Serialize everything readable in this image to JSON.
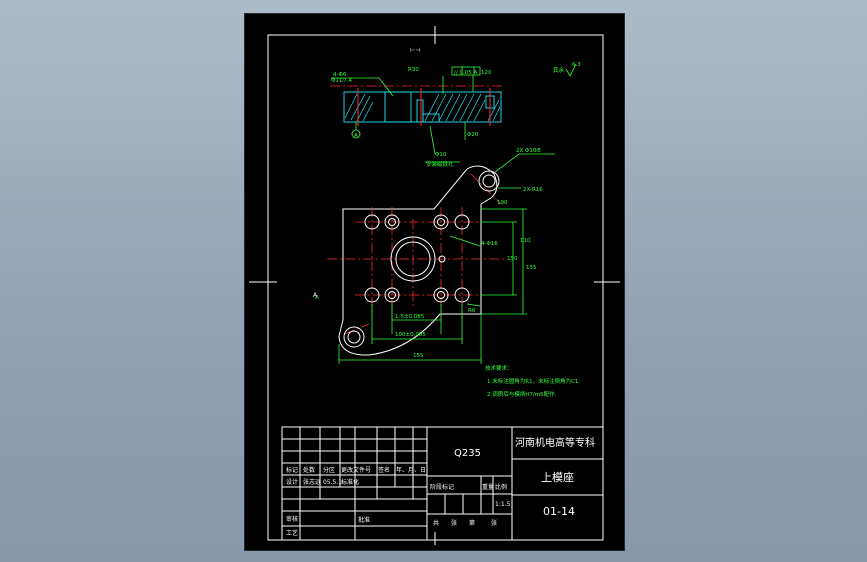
{
  "colors": {
    "background": "#93a2b4",
    "sheet": "#000000",
    "frame": "#ffffff",
    "centerline": "#ff2b2b",
    "dimension": "#31ff3a",
    "outline": "#23e6ff"
  },
  "drawing": {
    "section_view": {
      "dims": [
        "4-Φ6",
        "Φ11⁄7.4",
        "R30",
        "Φ10",
        "Φ20",
        "120"
      ],
      "surface_mark": "其余",
      "roughness": "6.3",
      "note": "安装磁铁孔",
      "tolerance_frame": "// 0.05 A",
      "datum": "A"
    },
    "plan_view": {
      "dims": [
        "2X Φ10⁄8",
        "2X-R16",
        "4-Φ16",
        "190",
        "150",
        "155",
        "110",
        "1:5±0.085",
        "100±0.085",
        "155",
        "R6"
      ],
      "section_marker": "A"
    },
    "tech_requirements": {
      "title": "技术要求：",
      "items": [
        "1.未标注圆角为R1，未标注倒角为C1.",
        "2.调质后与模柄H7/m6配作."
      ]
    }
  },
  "title_block": {
    "material": "Q235",
    "school": "河南机电高等专科",
    "part_name": "上模座",
    "drawing_no": "01-14",
    "scale": "1:1.5",
    "row_labels": {
      "revision": [
        "标记",
        "处数",
        "分区",
        "更改文件号",
        "签名",
        "年、月、日"
      ],
      "design": [
        "设计",
        "张志远",
        "05.5.1",
        "标准化"
      ],
      "review": "审核",
      "process": "工艺",
      "approve": "批准",
      "stage": [
        "阶段标记",
        "重量",
        "比例"
      ],
      "sheets": [
        "共",
        "张",
        "第",
        "张"
      ]
    }
  }
}
